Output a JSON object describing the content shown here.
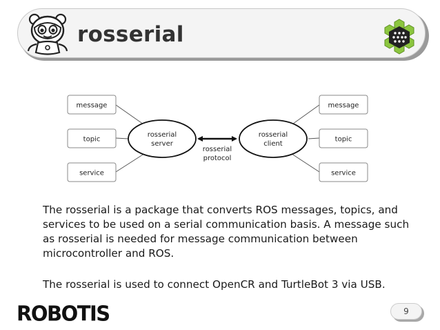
{
  "header": {
    "title": "rosserial",
    "mascot_icon": "robot-mascot-icon",
    "logo_icon": "hexagon-chip-logo-icon",
    "accent_color": "#8cc63f"
  },
  "diagram": {
    "left_boxes": [
      "message",
      "topic",
      "service"
    ],
    "right_boxes": [
      "message",
      "topic",
      "service"
    ],
    "server_label": [
      "rosserial",
      "server"
    ],
    "client_label": [
      "rosserial",
      "client"
    ],
    "protocol_label": [
      "rosserial",
      "protocol"
    ]
  },
  "body": {
    "paragraph_1": "The rosserial is a package that converts ROS messages, topics, and services to be used on a serial communication basis. A message such as rosserial is needed for message communication between microcontroller and ROS.",
    "paragraph_2": "The rosserial is used to connect OpenCR and TurtleBot 3 via USB."
  },
  "footer": {
    "brand": "ROBOTIS",
    "page_number": "9"
  }
}
